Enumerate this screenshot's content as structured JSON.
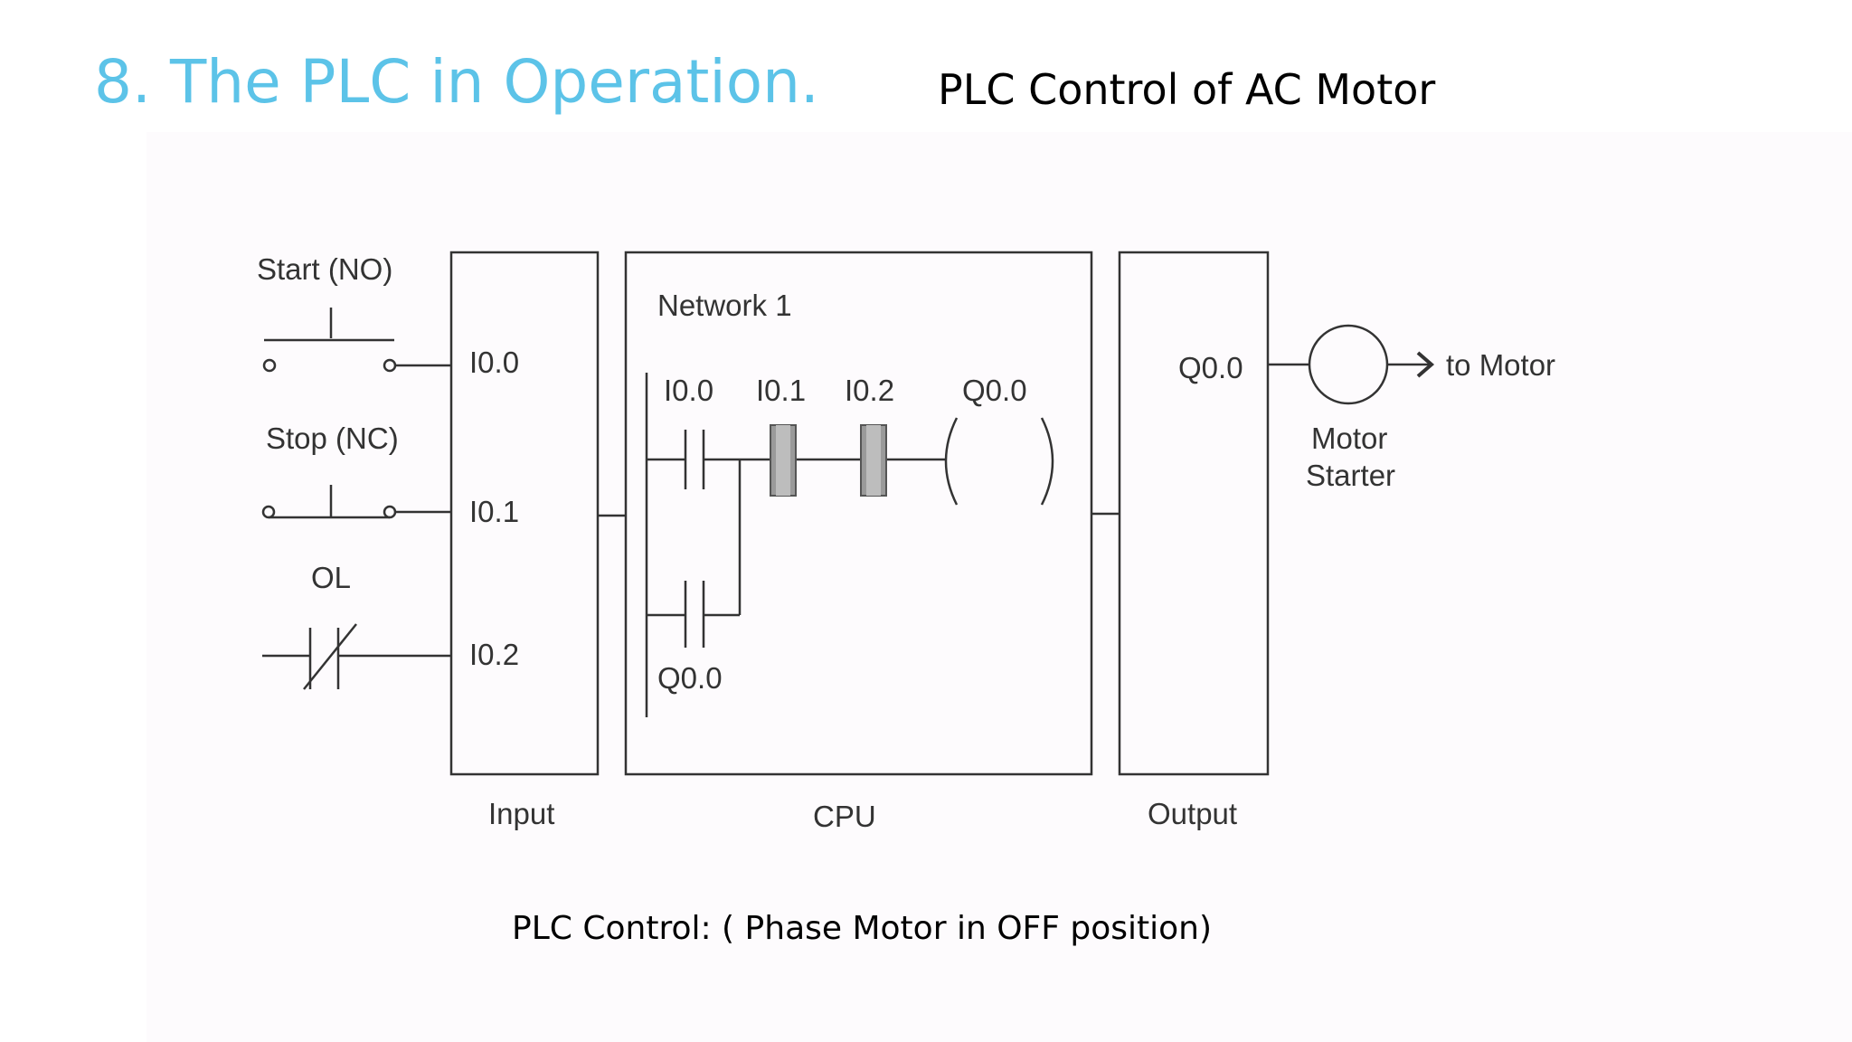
{
  "slide": {
    "title": "8. The PLC in Operation.",
    "subtitle": "PLC Control of AC Motor",
    "caption": "PLC Control: ( Phase Motor in OFF position)"
  },
  "diagram": {
    "field_devices": {
      "start_label": "Start (NO)",
      "stop_label": "Stop (NC)",
      "ol_label": "OL"
    },
    "input_module": {
      "label": "Input",
      "terminals": [
        "I0.0",
        "I0.1",
        "I0.2"
      ]
    },
    "cpu": {
      "label": "CPU",
      "network_label": "Network 1",
      "rung": {
        "contacts": [
          "I0.0",
          "I0.1",
          "I0.2"
        ],
        "coil": "Q0.0",
        "seal_in_contact": "Q0.0"
      }
    },
    "output_module": {
      "label": "Output",
      "terminal": "Q0.0"
    },
    "motor_starter": {
      "label_line1": "Motor",
      "label_line2": "Starter",
      "to_motor": "to Motor"
    }
  }
}
